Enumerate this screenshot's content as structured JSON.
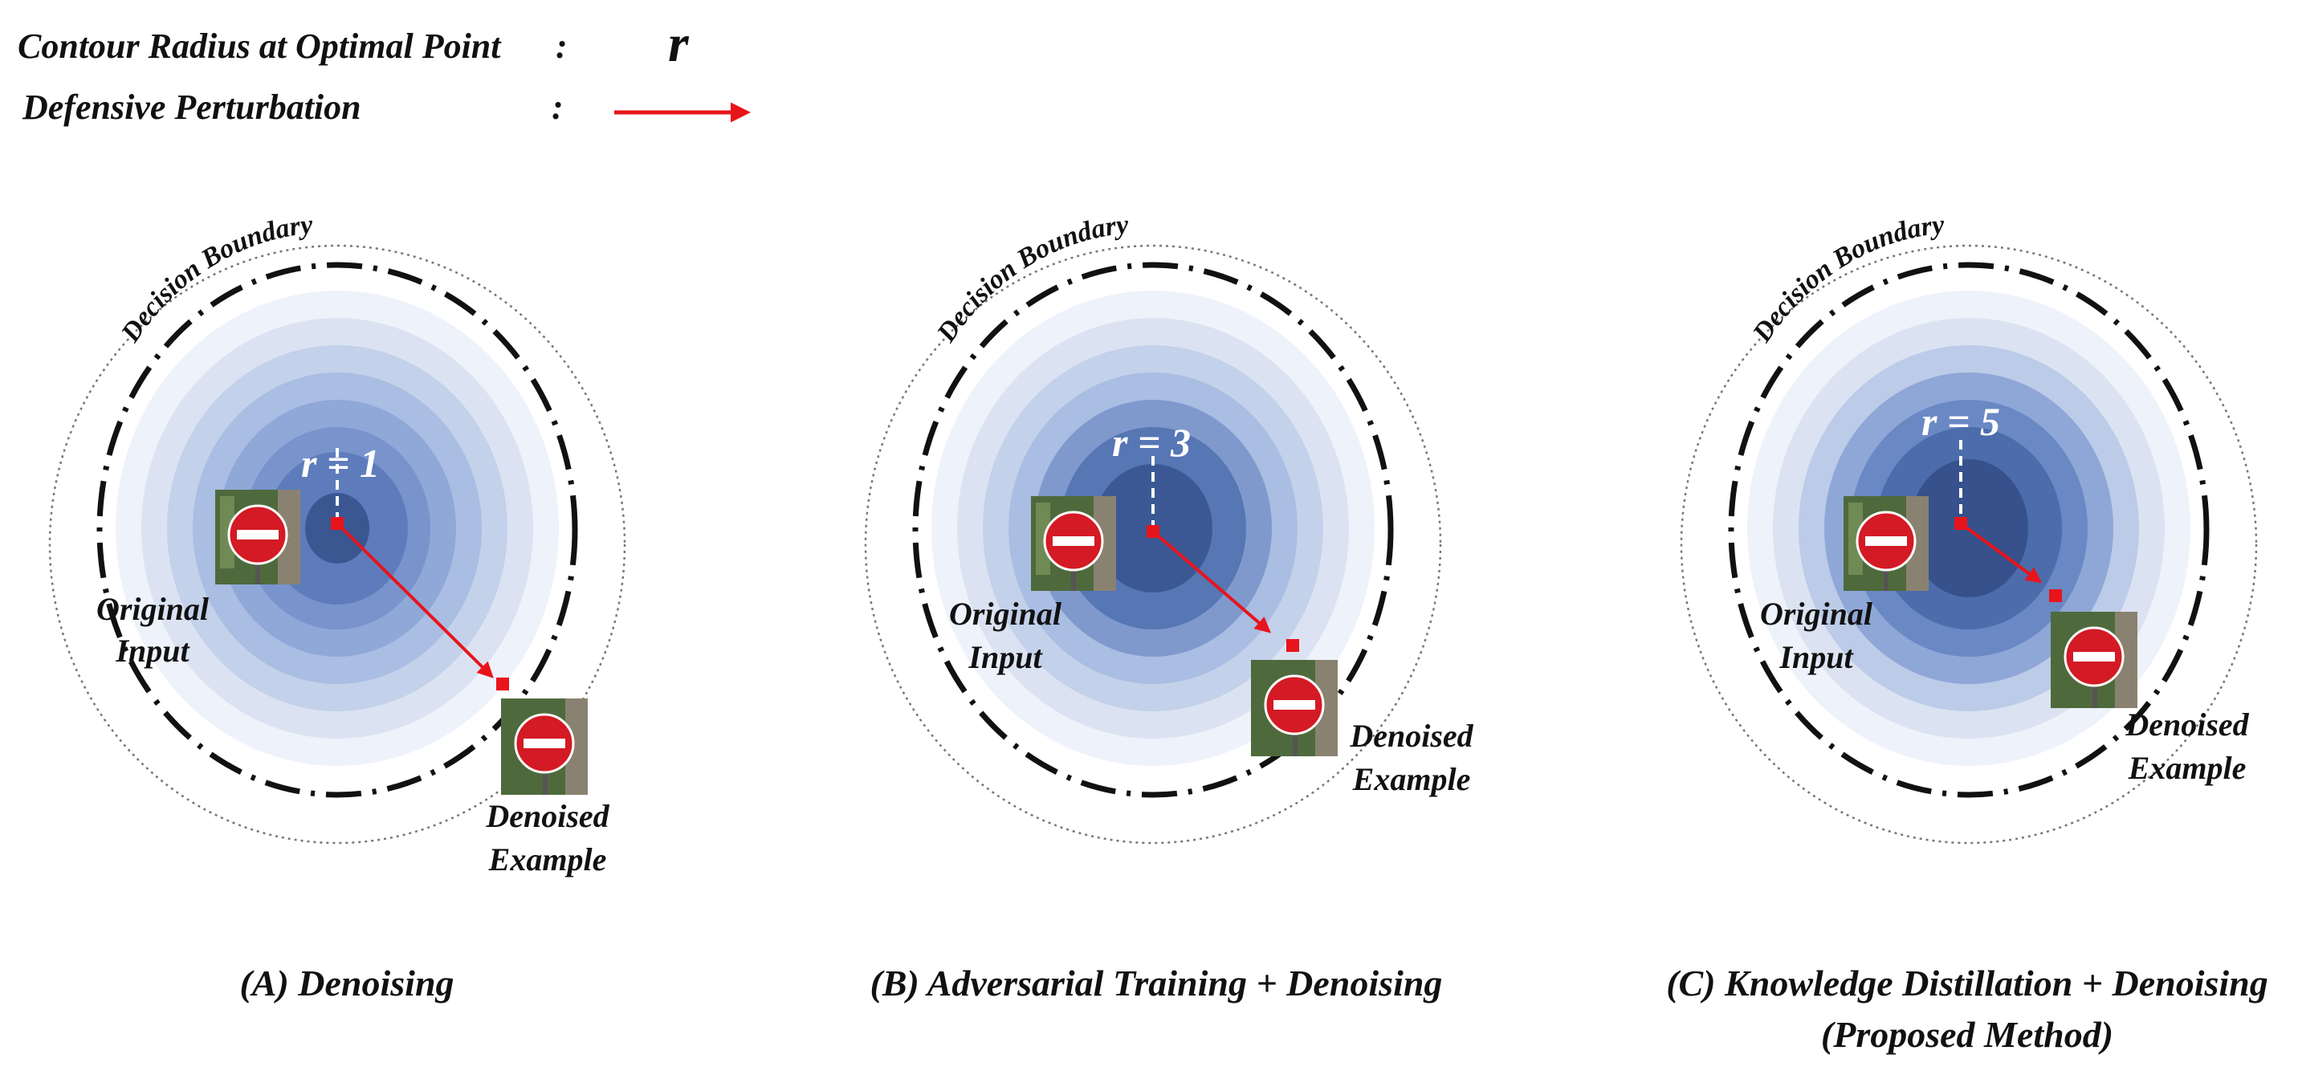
{
  "legend": {
    "radius_label": "Contour Radius at Optimal Point",
    "radius_colon": ":",
    "radius_symbol": "r",
    "perturbation_label": "Defensive Perturbation",
    "perturbation_colon": ":"
  },
  "colors": {
    "arrow": "#e8141c",
    "point": "#e8141c",
    "contour_light": "#eef2fa",
    "contour_dark": "#2f4a82",
    "boundary": "#111111",
    "outer_dotted": "#777777",
    "sign_red": "#d41a24",
    "sign_bar": "#ffffff",
    "foliage": "#4e6a3c"
  },
  "panels": [
    {
      "title": "(A) Denoising",
      "title_line2": "",
      "boundary_label": "Decision Boundary",
      "radius_text": "r = 1",
      "original_label_line1": "Original",
      "original_label_line2": "Input",
      "denoised_label_line1": "Denoised",
      "denoised_label_line2": "Example",
      "radius_value": 1
    },
    {
      "title": "(B) Adversarial Training + Denoising",
      "title_line2": "",
      "boundary_label": "Decision Boundary",
      "radius_text": "r = 3",
      "original_label_line1": "Original",
      "original_label_line2": "Input",
      "denoised_label_line1": "Denoised",
      "denoised_label_line2": "Example",
      "radius_value": 3
    },
    {
      "title": "(C) Knowledge Distillation + Denoising",
      "title_line2": "(Proposed Method)",
      "boundary_label": "Decision Boundary",
      "radius_text": "r = 5",
      "original_label_line1": "Original",
      "original_label_line2": "Input",
      "denoised_label_line1": "Denoised",
      "denoised_label_line2": "Example",
      "radius_value": 5
    }
  ]
}
